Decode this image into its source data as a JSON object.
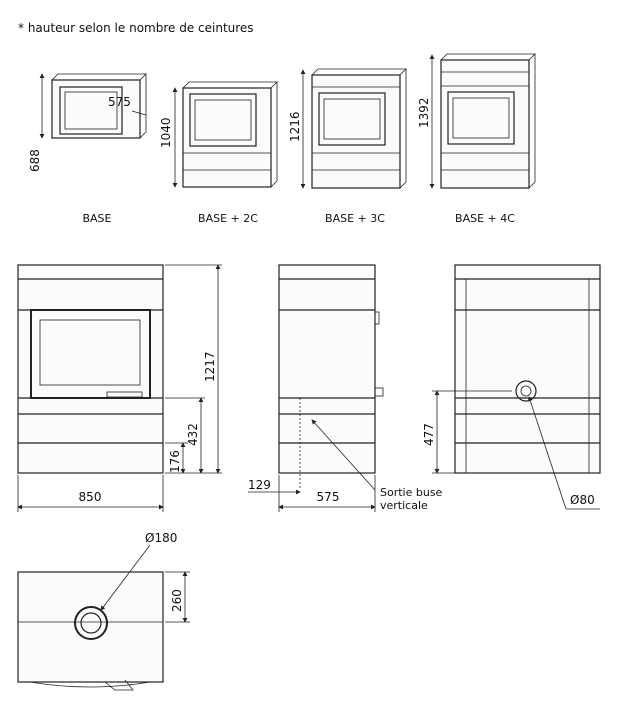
{
  "note": "* hauteur selon le nombre de ceintures",
  "variants": [
    {
      "label": "BASE",
      "height": "688",
      "depth": "575"
    },
    {
      "label": "BASE + 2C",
      "height": "1040"
    },
    {
      "label": "BASE + 3C",
      "height": "1216"
    },
    {
      "label": "BASE + 4C",
      "height": "1392"
    }
  ],
  "front_view": {
    "total_height": "1217",
    "door_base_height": "432",
    "bottom_height": "176",
    "width": "850"
  },
  "side_view": {
    "offset": "129",
    "depth": "575",
    "outlet_label_1": "Sortie buse",
    "outlet_label_2": "verticale"
  },
  "back_view": {
    "outlet_height": "477",
    "outlet_diameter": "Ø80"
  },
  "top_view": {
    "flue_diameter": "Ø180",
    "flue_offset": "260"
  }
}
